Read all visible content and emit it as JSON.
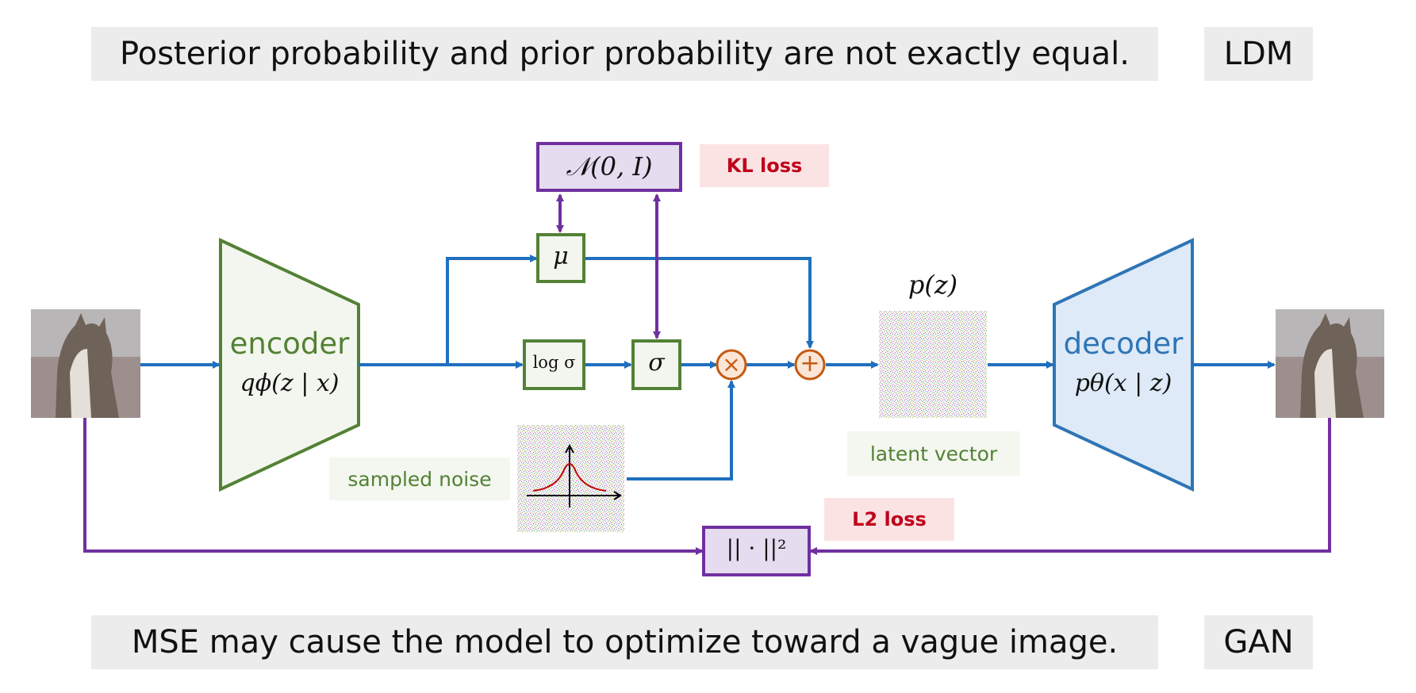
{
  "top_banner": {
    "text": "Posterior probability and prior probability are not exactly equal.",
    "tag": "LDM"
  },
  "bottom_banner": {
    "text": "MSE may cause the model to optimize toward a vague image.",
    "tag": "GAN"
  },
  "encoder": {
    "title": "encoder",
    "formula": "qϕ(z | x)"
  },
  "decoder": {
    "title": "decoder",
    "formula": "pθ(x | z)"
  },
  "nodes": {
    "prior": "𝒩(0, I)",
    "mu": "μ",
    "logsigma": "log σ",
    "sigma": "σ",
    "multiply": "×",
    "add": "+",
    "norm": "|| · ||²",
    "pz": "p(z)"
  },
  "labels": {
    "kl_loss": "KL loss",
    "l2_loss": "L2 loss",
    "sampled_noise": "sampled noise",
    "latent_vector": "latent vector"
  },
  "colors": {
    "flow": "#1f6fbf",
    "loss": "#7030a0",
    "enc_stroke": "#538135",
    "enc_fill": "#f3f6ee",
    "dec_stroke": "#2e75b6",
    "dec_fill": "#deeaf7",
    "op_stroke": "#c55a11",
    "op_fill": "#fbe5d6",
    "prior_fill": "#e6dcef"
  }
}
